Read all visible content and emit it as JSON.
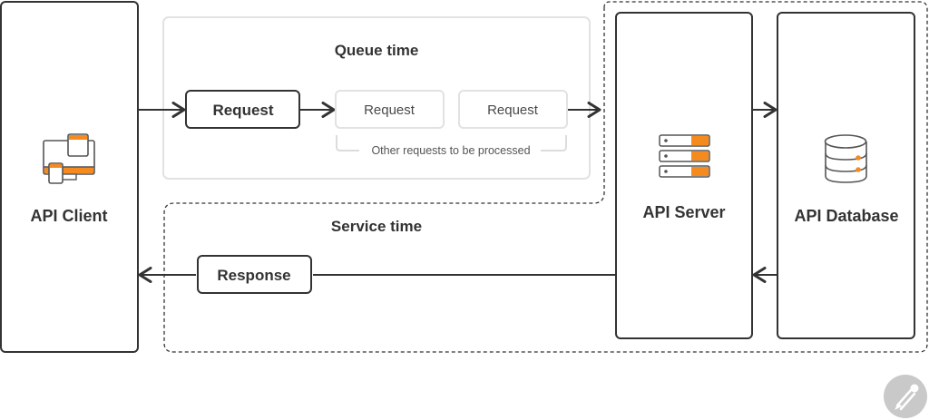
{
  "client": {
    "label": "API Client"
  },
  "queue": {
    "title": "Queue time",
    "active_request": "Request",
    "pending_requests": [
      "Request",
      "Request"
    ],
    "pending_caption": "Other requests to be processed"
  },
  "service": {
    "title": "Service time",
    "response": "Response"
  },
  "server": {
    "label": "API Server"
  },
  "database": {
    "label": "API Database"
  },
  "colors": {
    "stroke": "#333333",
    "accent": "#f58a1f",
    "light_border": "#e2e2e2",
    "watermark": "#c9c9c9"
  },
  "icons": {
    "client": "devices-icon",
    "server": "server-rack-icon",
    "database": "database-icon",
    "watermark": "postman-logo-icon"
  }
}
